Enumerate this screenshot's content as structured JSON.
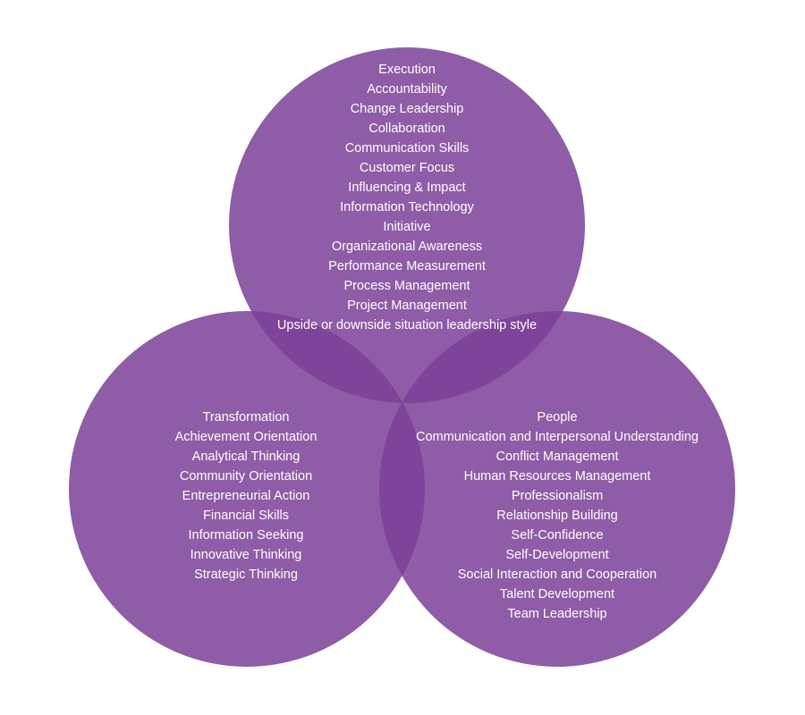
{
  "diagram": {
    "type": "venn",
    "fill_color": "#7b3f98",
    "circles": [
      {
        "id": "top",
        "items": [
          "Execution",
          "Accountability",
          "Change Leadership",
          "Collaboration",
          "Communication Skills",
          "Customer Focus",
          "Influencing & Impact",
          "Information Technology",
          "Initiative",
          "Organizational Awareness",
          "Performance Measurement",
          "Process Management",
          "Project Management",
          "Upside or downside situation leadership style"
        ]
      },
      {
        "id": "left",
        "items": [
          "Transformation",
          "Achievement Orientation",
          "Analytical Thinking",
          "Community Orientation",
          "Entrepreneurial Action",
          "Financial Skills",
          "Information Seeking",
          "Innovative Thinking",
          "Strategic Thinking"
        ]
      },
      {
        "id": "right",
        "items": [
          "People",
          "Communication and Interpersonal Understanding",
          "Conflict Management",
          "Human Resources Management",
          "Professionalism",
          "Relationship Building",
          "Self-Confidence",
          "Self-Development",
          "Social Interaction and Cooperation",
          "Talent Development",
          "Team Leadership"
        ]
      }
    ]
  }
}
